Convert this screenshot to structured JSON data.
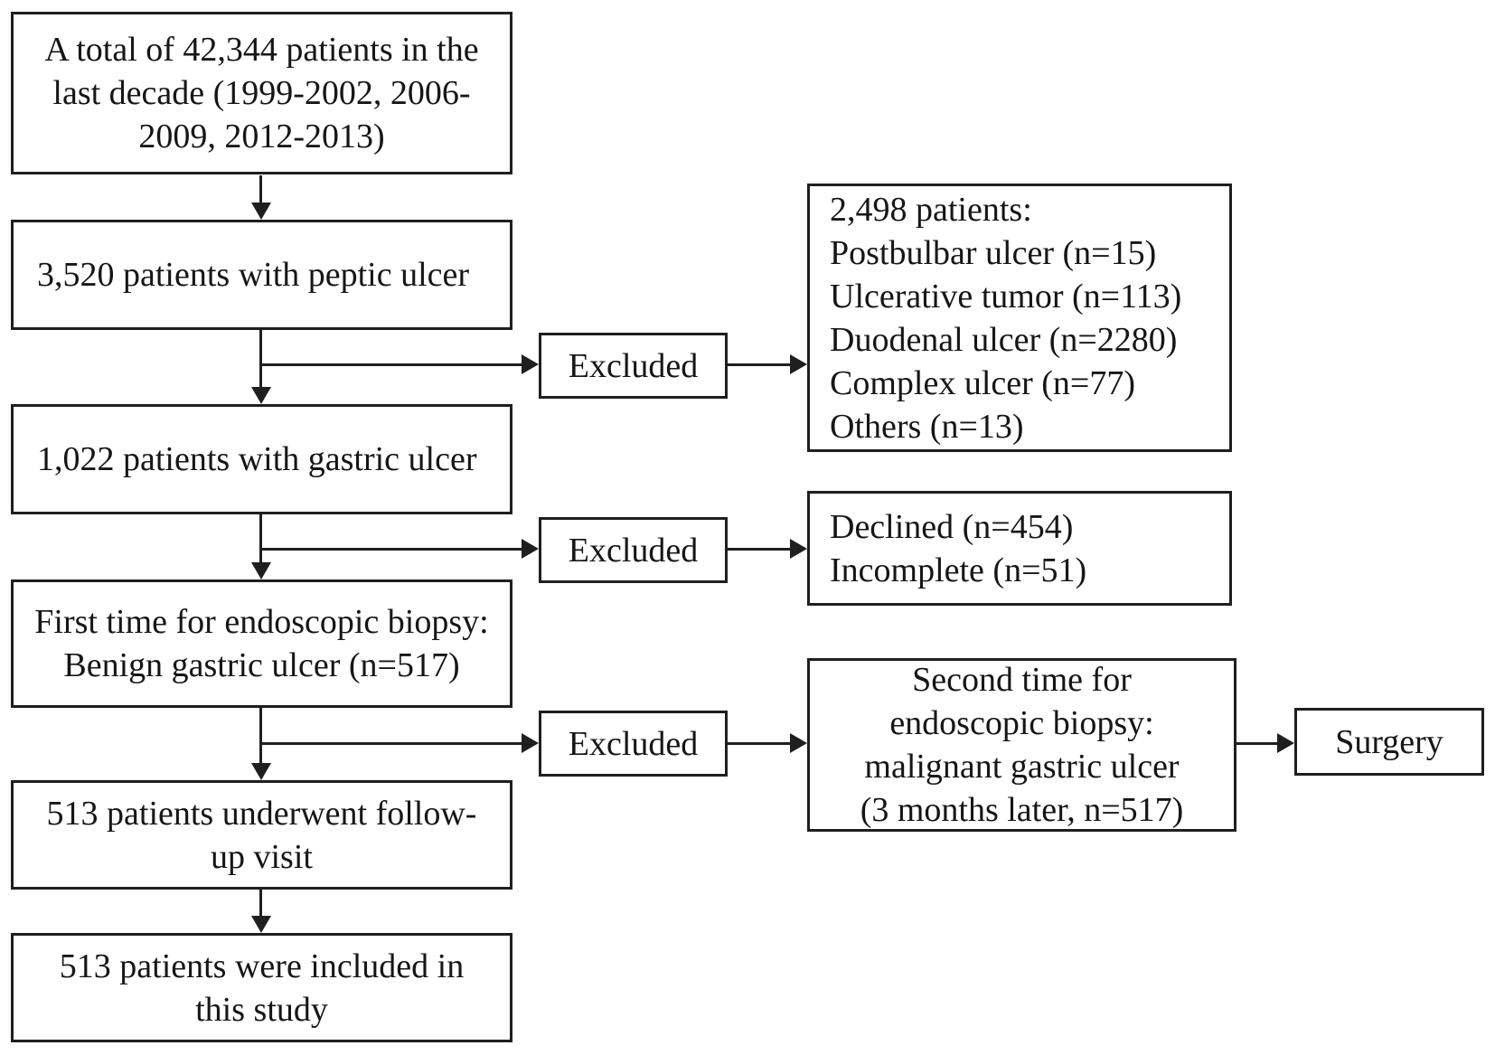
{
  "figure": {
    "bg_color": "#ffffff",
    "ink_color": "#1f1f1f",
    "nodes": {
      "total_patients": "A total of 42,344 patients in the\nlast decade (1999-2002, 2006-\n2009, 2012-2013)",
      "peptic_ulcer": "3,520 patients with peptic ulcer",
      "gastric_ulcer": "1,022 patients with gastric ulcer",
      "first_biopsy": "First time for endoscopic biopsy:\nBenign gastric ulcer  (n=517)",
      "followup_visit": "513 patients underwent follow-\nup visit",
      "included": "513 patients were included in\nthis study",
      "excluded_1": "Excluded",
      "excluded_2": "Excluded",
      "excluded_3": "Excluded",
      "exclusion_reasons_peptic": "2,498 patients:\nPostbulbar ulcer (n=15)\nUlcerative tumor (n=113)\nDuodenal ulcer (n=2280)\nComplex ulcer (n=77)\nOthers (n=13)",
      "exclusion_reasons_gastric": "Declined (n=454)\nIncomplete (n=51)",
      "second_biopsy": "Second time for\nendoscopic biopsy:\nmalignant gastric ulcer\n(3 months later, n=517)",
      "surgery": "Surgery"
    }
  }
}
